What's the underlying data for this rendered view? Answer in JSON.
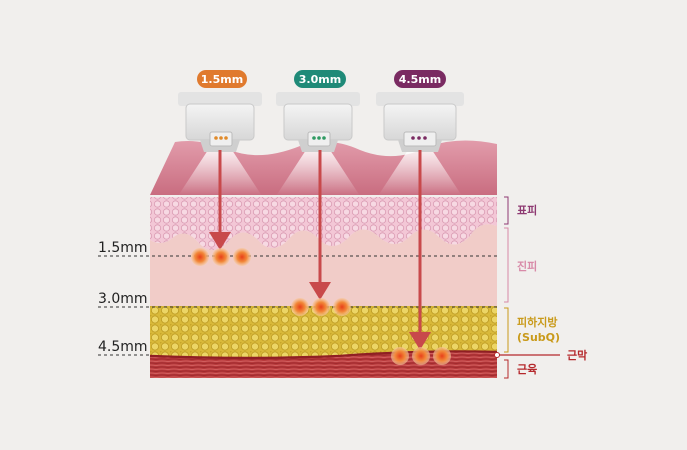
{
  "cartridges": [
    {
      "depth_label": "1.5mm",
      "badge_color": "#e07a2e",
      "dot_color": "#e08a2a"
    },
    {
      "depth_label": "3.0mm",
      "badge_color": "#1f8a78",
      "dot_color": "#2f9a62"
    },
    {
      "depth_label": "4.5mm",
      "badge_color": "#7a2b62",
      "dot_color": "#7a2b62"
    }
  ],
  "depth_markers": [
    "1.5mm",
    "3.0mm",
    "4.5mm"
  ],
  "layers": {
    "epidermis": "표피",
    "dermis": "진피",
    "subq": "피하지방",
    "subq_sub": "(SubQ)",
    "fascia": "근막",
    "muscle": "근육"
  },
  "colors": {
    "epidermis_label": "#8e3a72",
    "dermis_label": "#d88aa8",
    "subq_label": "#c99a1a",
    "fascia_label": "#b5282c",
    "muscle_label": "#b5282c",
    "arrow": "#c8494b"
  }
}
